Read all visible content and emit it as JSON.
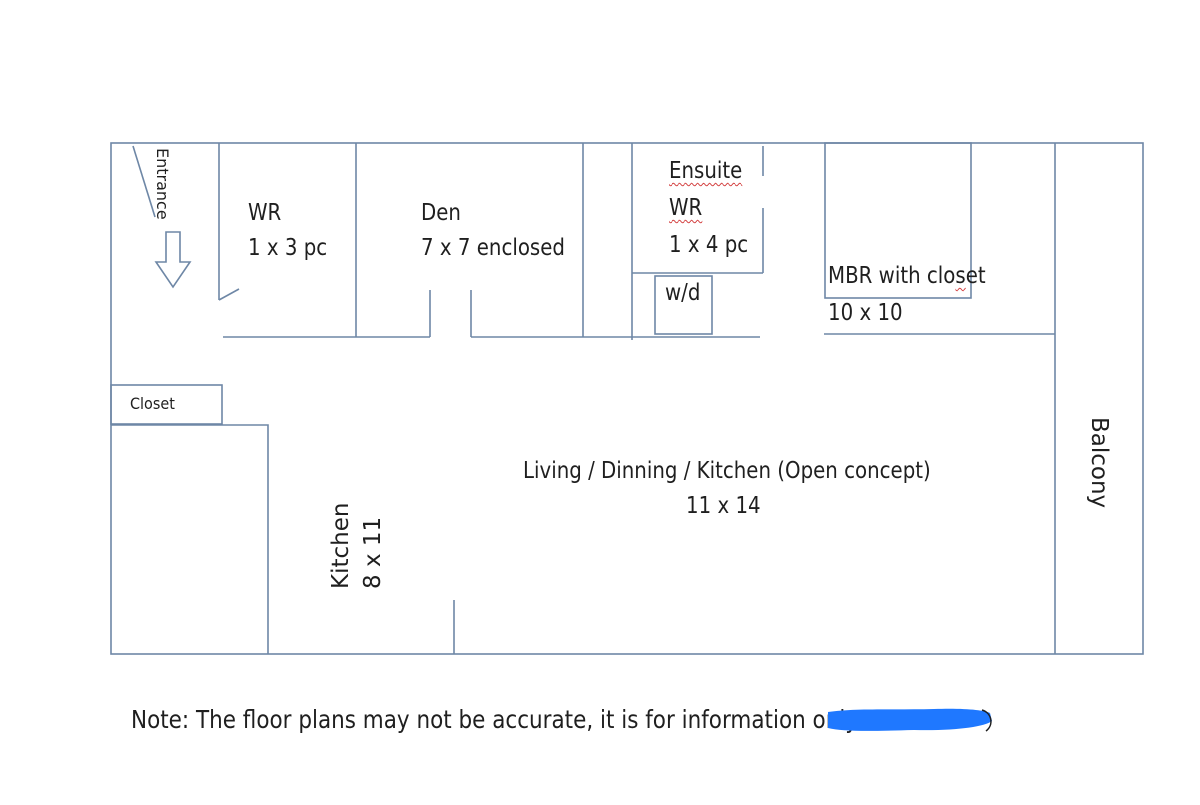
{
  "colors": {
    "wall": "#6e87a6",
    "text": "#1f1f1f",
    "redaction": "#1f78ff",
    "spellcheck": "#d23a3a"
  },
  "rooms": {
    "entrance": {
      "label": "Entrance"
    },
    "washroom": {
      "name": "WR",
      "size": "1 x 3 pc"
    },
    "den": {
      "name": "Den",
      "size": "7 x 7 enclosed"
    },
    "ensuite": {
      "name1": "Ensuite",
      "name2": "WR",
      "size": "1 x 4 pc"
    },
    "laundry": {
      "label": "w/d"
    },
    "master": {
      "name_pre": "MBR with clo",
      "name_squig": "s",
      "name_post": "et",
      "size": "10 x 10"
    },
    "closet": {
      "label": "Closet"
    },
    "kitchen": {
      "name": "Kitchen",
      "size": "8 x 11"
    },
    "living": {
      "name": "Living / Dinning / Kitchen (Open concept)",
      "size": "11 x 14"
    },
    "balcony": {
      "label": "Balcony"
    }
  },
  "note": {
    "text": "Note: The floor plans may not be accurate, it is for information only"
  },
  "icons": {
    "entrance_arrow": "arrow-down-icon",
    "redaction": "redaction-mark"
  }
}
